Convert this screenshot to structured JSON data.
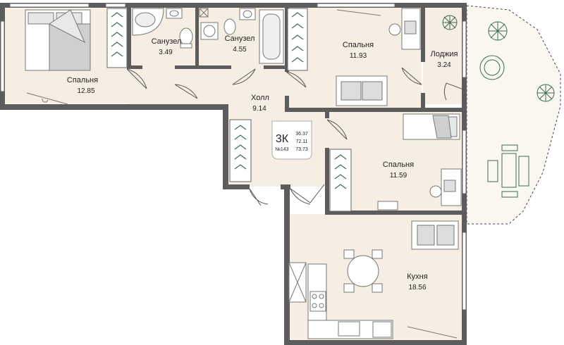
{
  "colors": {
    "room_fill": "#f7eee3",
    "wall": "#5c5c5c",
    "furniture_stroke": "#777777",
    "accent_green": "#3f6b55",
    "balcony_fill": "#faf7f0"
  },
  "rooms": [
    {
      "id": "bedroom-1",
      "name": "Спальня",
      "area": "12.85"
    },
    {
      "id": "bathroom-1",
      "name": "Санузел",
      "area": "3.49"
    },
    {
      "id": "bathroom-2",
      "name": "Санузел",
      "area": "4.55"
    },
    {
      "id": "bedroom-2",
      "name": "Спальня",
      "area": "11.93"
    },
    {
      "id": "loggia",
      "name": "Лоджия",
      "area": "3.24"
    },
    {
      "id": "hall",
      "name": "Холл",
      "area": "9.14"
    },
    {
      "id": "bedroom-3",
      "name": "Спальня",
      "area": "11.59"
    },
    {
      "id": "kitchen",
      "name": "Кухня",
      "area": "18.56"
    }
  ],
  "badge": {
    "type": "3К",
    "number": "№143",
    "areas": [
      "36.37",
      "72.11",
      "73.73"
    ]
  }
}
